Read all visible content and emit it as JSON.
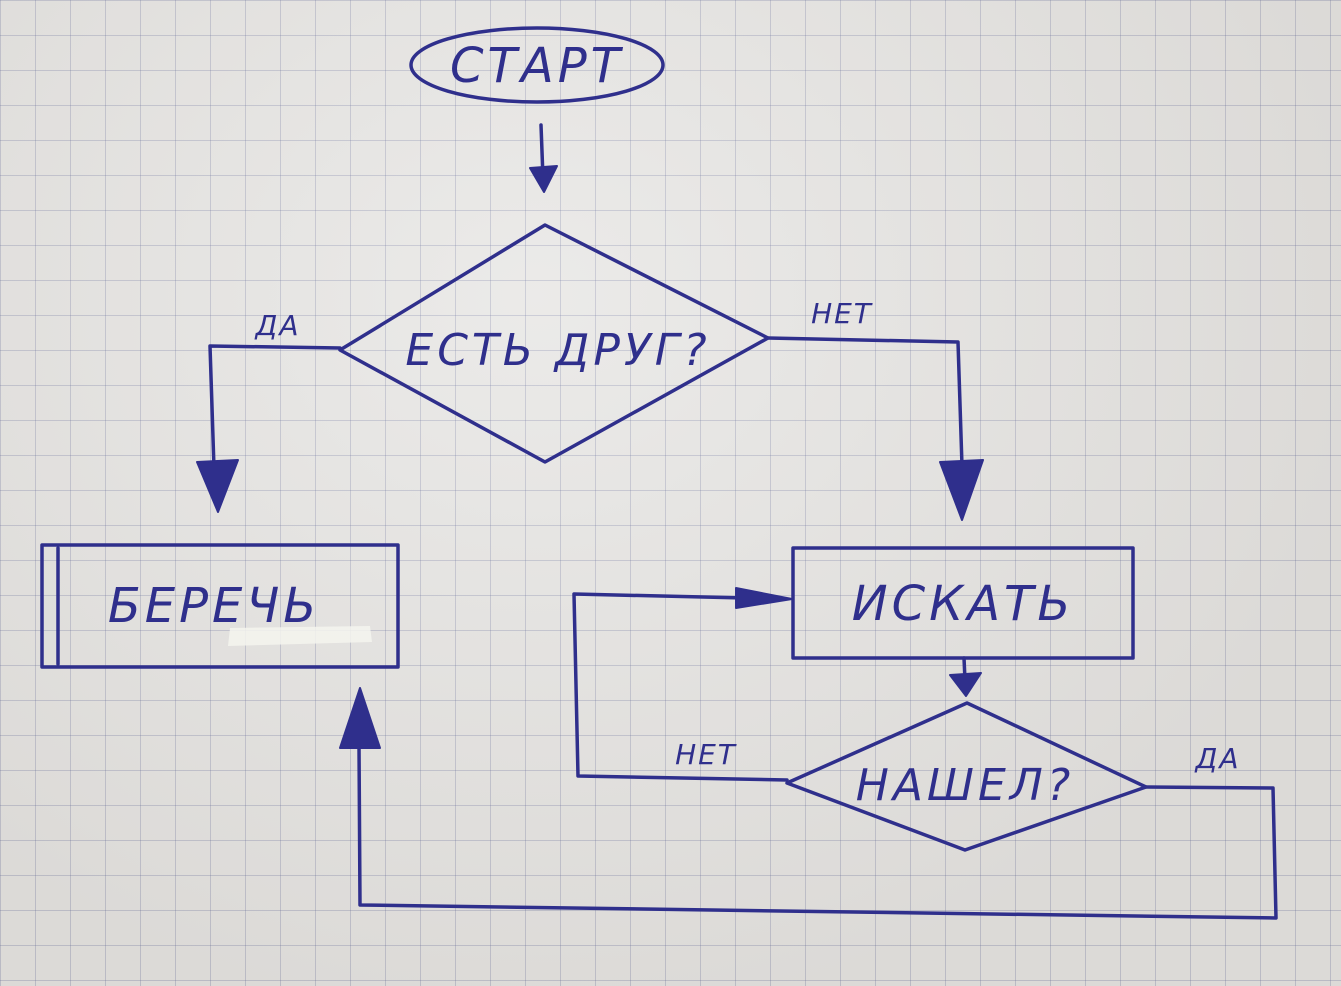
{
  "diagram": {
    "start_label": "СТАРТ",
    "decision_friend": "ЕСТЬ ДРУГ?",
    "yes_left": "ДА",
    "no_right": "НЕТ",
    "process_keep": "БЕРЕЧЬ",
    "process_search": "ИСКАТЬ",
    "decision_found": "НАШЕЛ?",
    "no_loop": "НЕТ",
    "yes_found": "ДА"
  },
  "colors": {
    "ink": "#2f2f8c",
    "paper": "#e7e6e4",
    "grid": "#6068a0"
  }
}
